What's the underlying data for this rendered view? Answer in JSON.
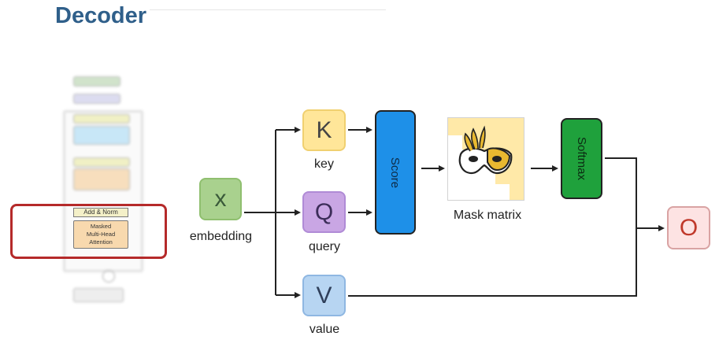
{
  "header": {
    "title": "Decoder"
  },
  "architecture": {
    "add_norm": "Add & Norm",
    "masked_attention_lines": [
      "Masked",
      "Multi-Head",
      "Attention"
    ]
  },
  "flow": {
    "x_symbol": "x",
    "x_caption": "embedding",
    "k_symbol": "K",
    "k_caption": "key",
    "q_symbol": "Q",
    "q_caption": "query",
    "v_symbol": "V",
    "v_caption": "value",
    "score_label": "Score",
    "mask_caption": "Mask matrix",
    "softmax_label": "Softmax",
    "o_symbol": "O"
  },
  "colors": {
    "title": "#2f5f8a",
    "x_fill": "#a9d18e",
    "k_fill": "#ffe699",
    "q_fill": "#c9a6e4",
    "v_fill": "#b7d5f2",
    "score_fill": "#1e90e8",
    "softmax_fill": "#1fa13c",
    "o_fill": "#fde3e3",
    "highlight": "#b52a2a"
  },
  "icons": {
    "mask": "masquerade-mask-icon"
  }
}
